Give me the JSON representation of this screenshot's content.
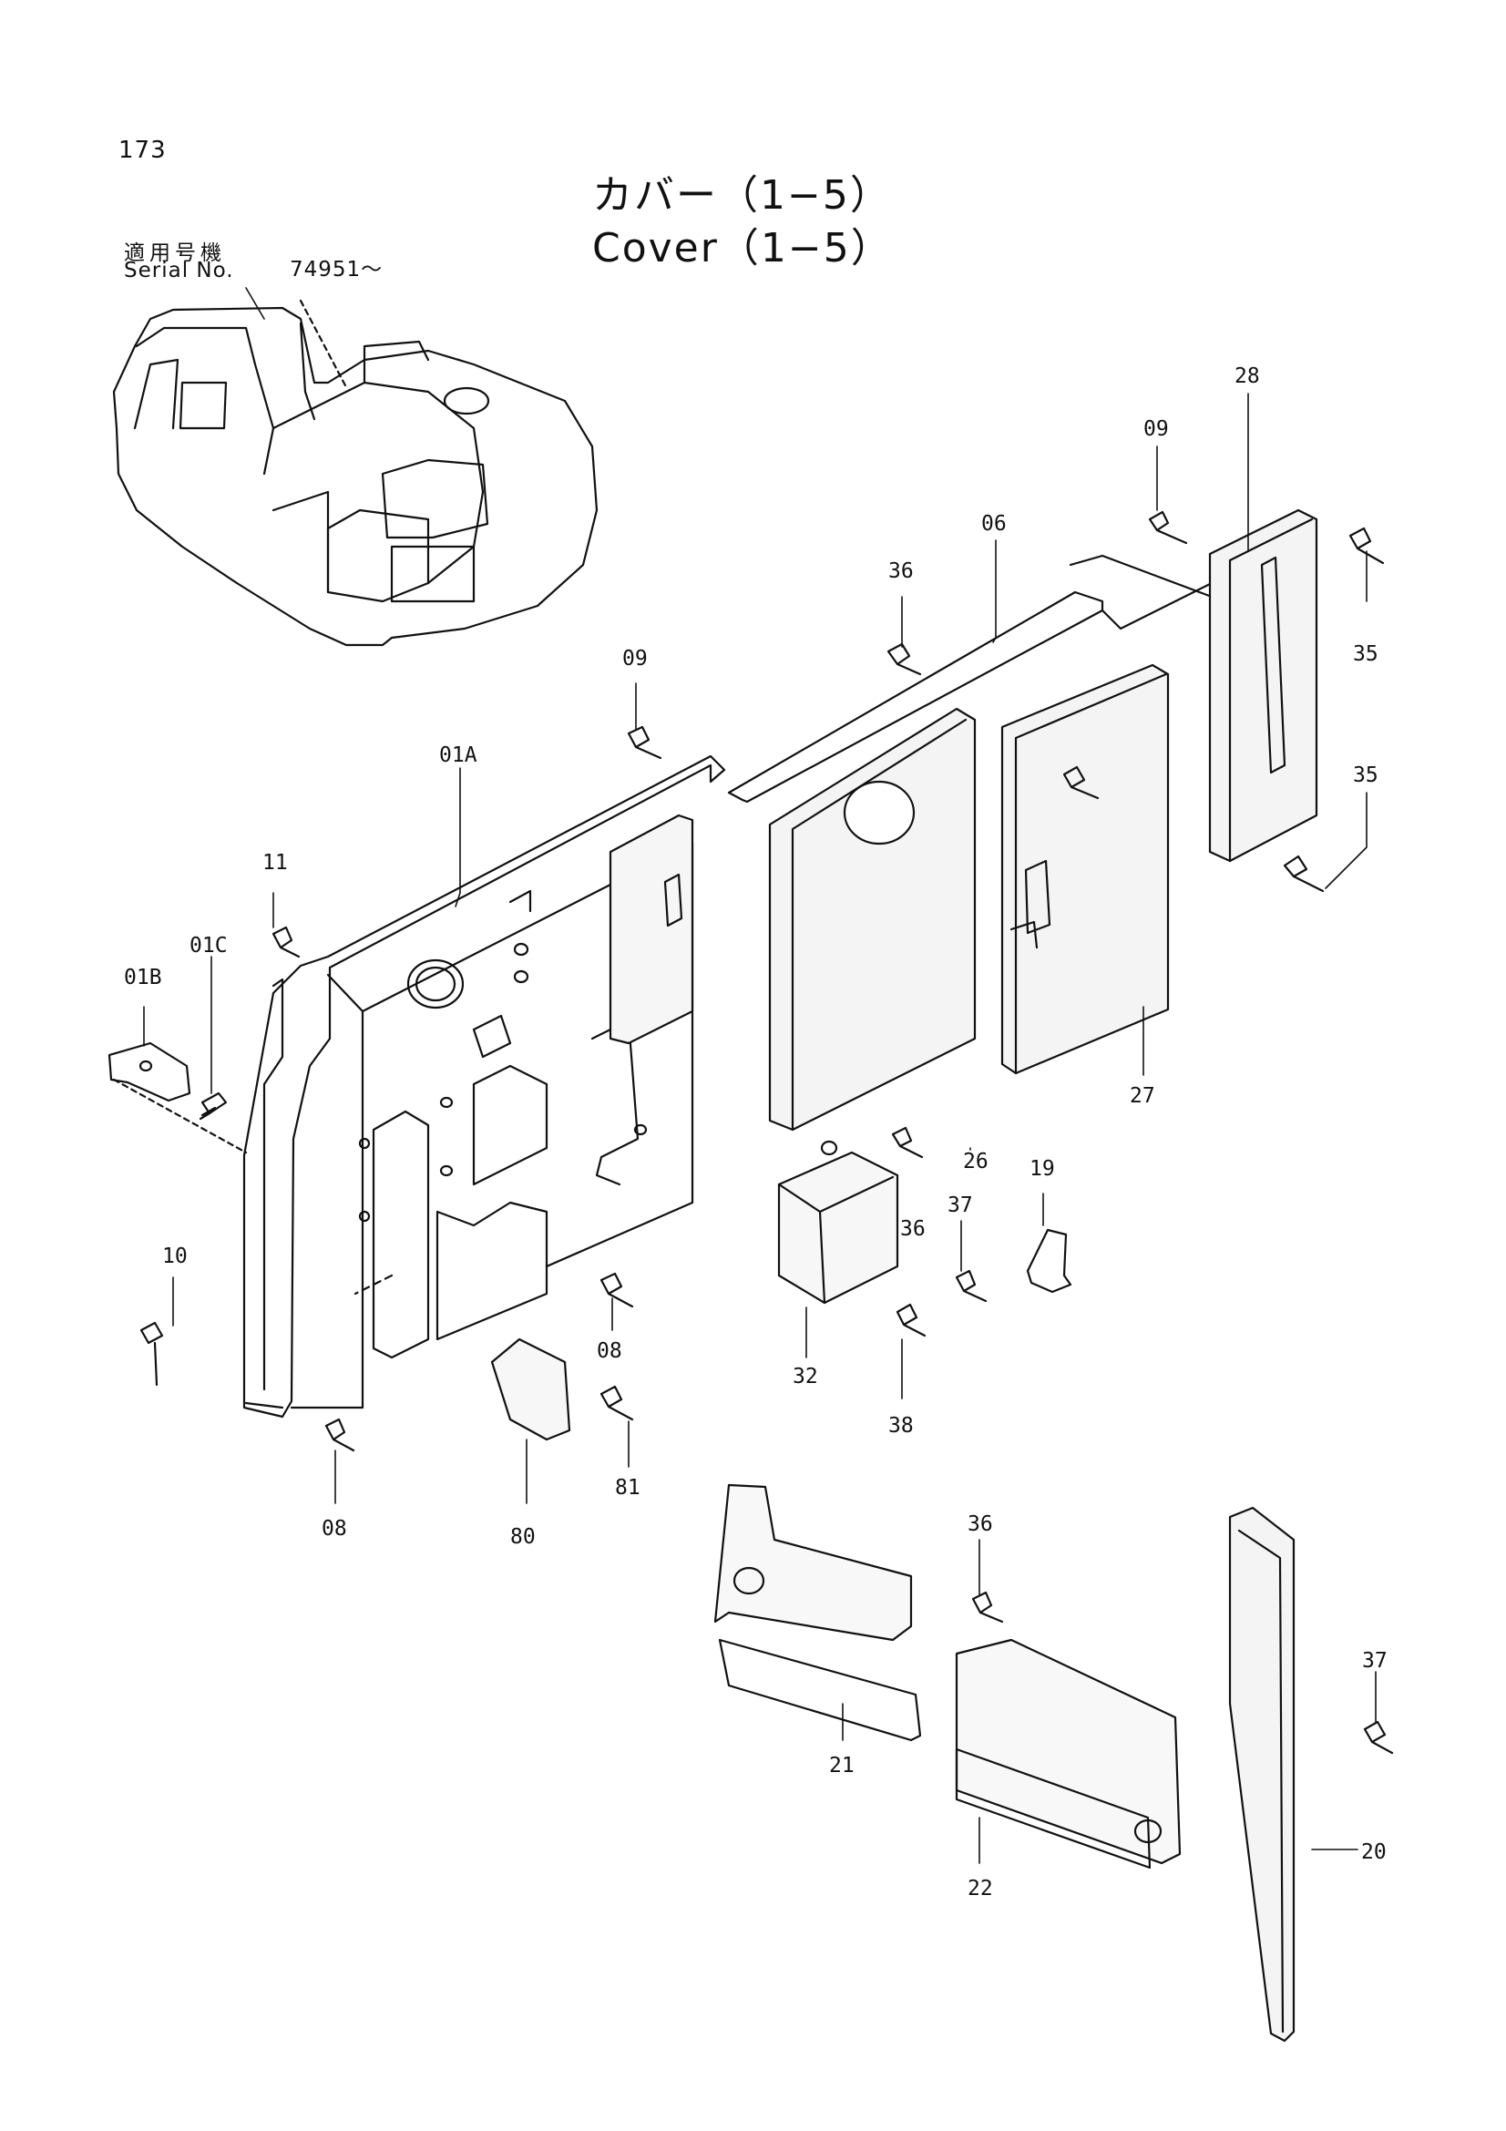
{
  "page": {
    "number": "173"
  },
  "title": {
    "jp": "カバー（1−5）",
    "en": "Cover（1−5）"
  },
  "serial": {
    "label_jp": "適用号機",
    "label_en": "Serial No.",
    "value": "74951〜"
  },
  "callouts": {
    "c28": "28",
    "c09a": "09",
    "c35a": "35",
    "c35b": "35",
    "c06": "06",
    "c36a": "36",
    "c09b": "09",
    "c01A": "01A",
    "c11": "11",
    "c01C": "01C",
    "c01B": "01B",
    "c27": "27",
    "c26": "26",
    "c36b": "36",
    "c19": "19",
    "c37a": "37",
    "c10": "10",
    "c08a": "08",
    "c32": "32",
    "c38": "38",
    "c81": "81",
    "c80": "80",
    "c08b": "08",
    "c36c": "36",
    "c37b": "37",
    "c21": "21",
    "c22": "22",
    "c20": "20"
  }
}
